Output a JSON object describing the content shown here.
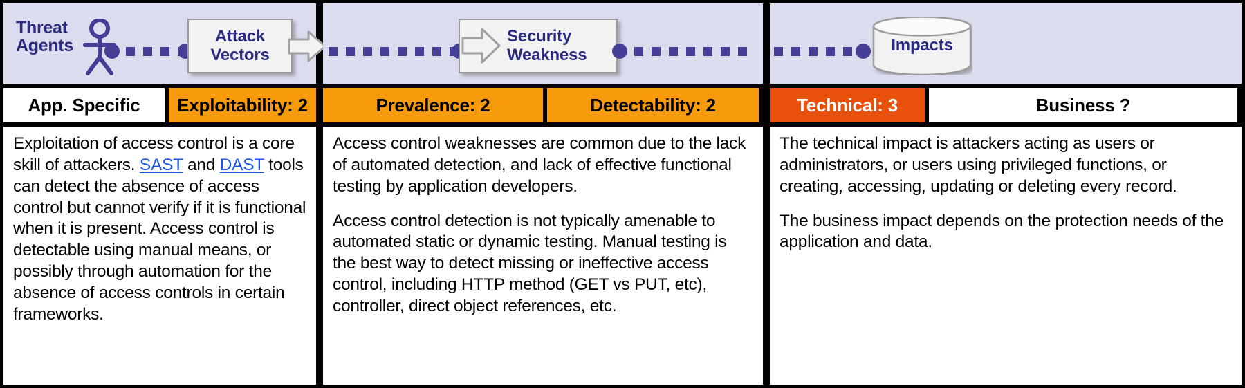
{
  "header_flow": {
    "threat_agents_label": "Threat\nAgents",
    "attack_vectors_label": "Attack\nVectors",
    "security_weakness_label": "Security\nWeakness",
    "impacts_label": "Impacts",
    "band_color": "#dcdcef",
    "node_color": "#453e96",
    "label_color": "#2b2b80"
  },
  "ratings": {
    "app_specific": "App. Specific",
    "exploitability": "Exploitability: 2",
    "prevalence": "Prevalence: 2",
    "detectability": "Detectability: 2",
    "technical": "Technical: 3",
    "business": "Business ?",
    "colors": {
      "neutral": "#ffffff",
      "orange": "#f79a0b",
      "red": "#e9500b",
      "link": "#1a56f0"
    }
  },
  "columns": {
    "threat": {
      "paragraph_lead": "Exploitation of access control is a core skill of attackers. ",
      "link_sast": "SAST",
      "paragraph_mid": " and ",
      "link_dast": "DAST",
      "paragraph_tail": " tools can detect the absence of access control but cannot verify if it is functional when it is present. Access control is detectable using manual means, or possibly through automation for the absence of access controls in certain frameworks."
    },
    "weakness": {
      "paragraph_1": "Access control weaknesses are common due to the lack of automated detection, and lack of effective functional testing by application developers.",
      "paragraph_2": "Access control detection is not typically amenable to automated static or dynamic testing. Manual testing is the best way to detect missing or ineffective access control, including HTTP method (GET vs PUT, etc), controller, direct object references, etc."
    },
    "impact": {
      "paragraph_1": "The technical impact is attackers acting as users or administrators, or users using privileged functions, or creating, accessing, updating or deleting every record.",
      "paragraph_2": "The business impact depends on the protection needs of the application and data."
    }
  }
}
